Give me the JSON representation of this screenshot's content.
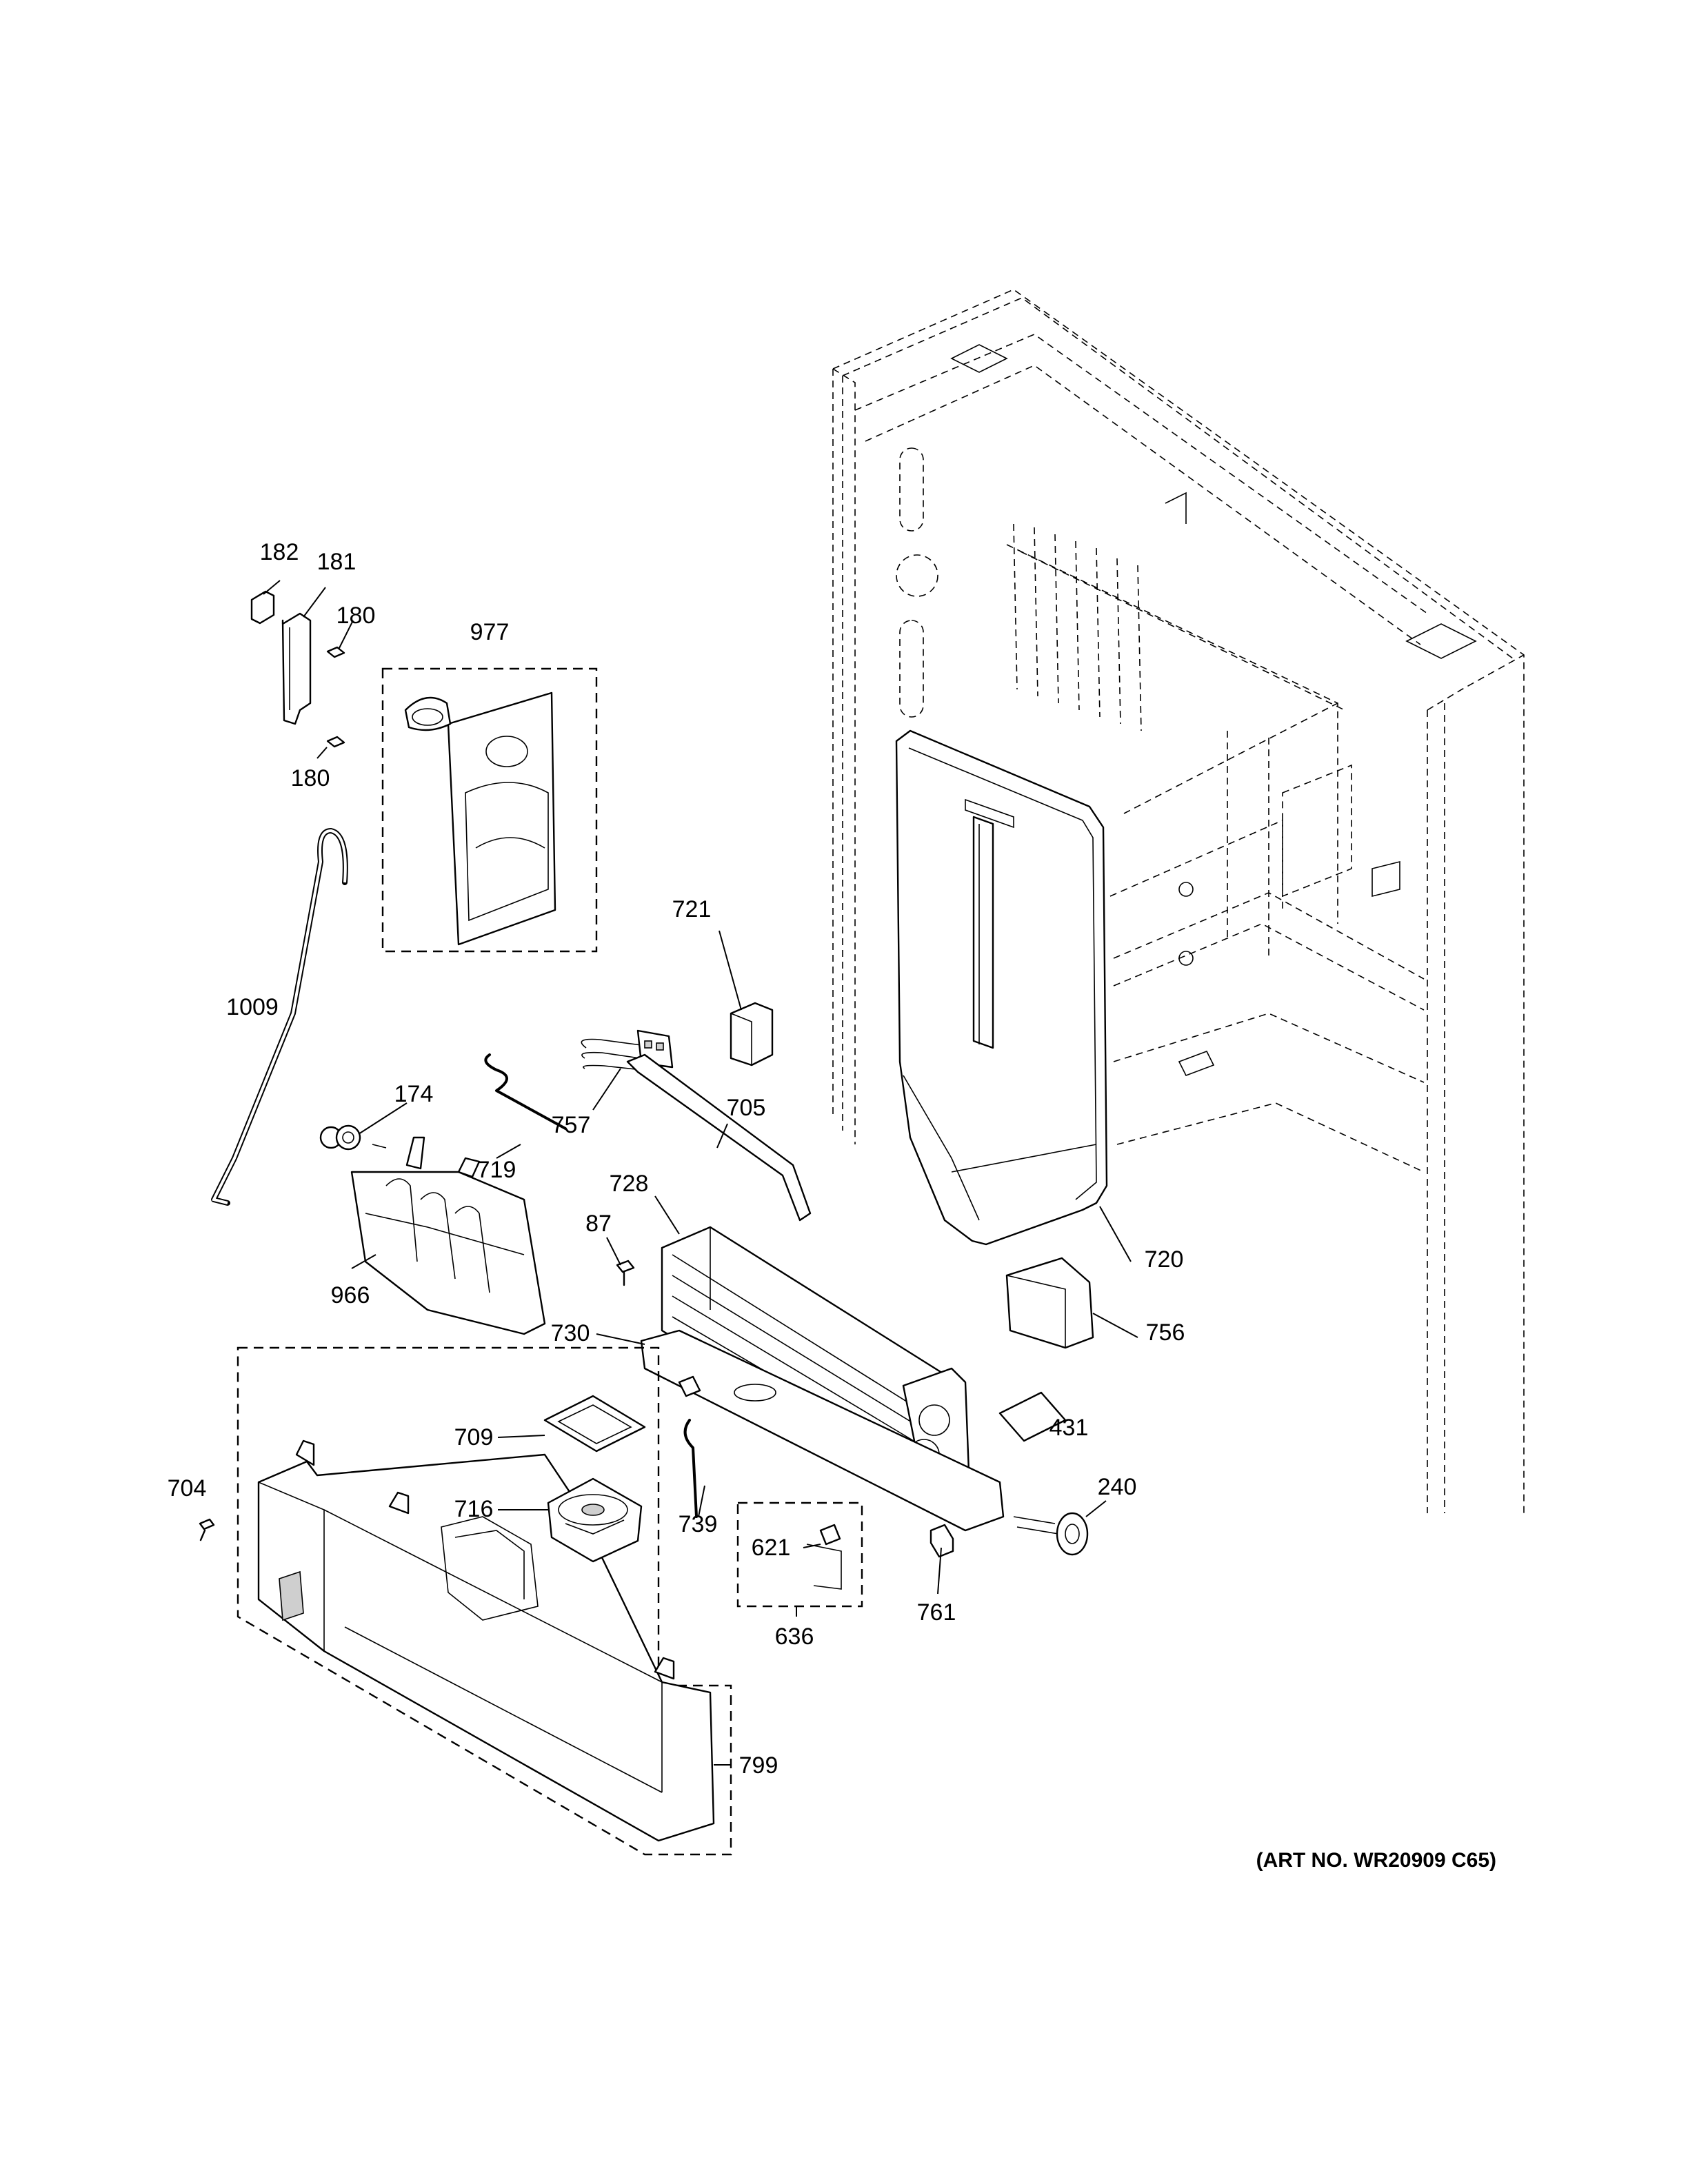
{
  "art_number": "(ART NO. WR20909 C65)",
  "callouts": [
    {
      "id": "182",
      "text": "182"
    },
    {
      "id": "181",
      "text": "181"
    },
    {
      "id": "180a",
      "text": "180"
    },
    {
      "id": "180b",
      "text": "180"
    },
    {
      "id": "977",
      "text": "977"
    },
    {
      "id": "721",
      "text": "721"
    },
    {
      "id": "1009",
      "text": "1009"
    },
    {
      "id": "757",
      "text": "757"
    },
    {
      "id": "705",
      "text": "705"
    },
    {
      "id": "174",
      "text": "174"
    },
    {
      "id": "719",
      "text": "719"
    },
    {
      "id": "728",
      "text": "728"
    },
    {
      "id": "87",
      "text": "87"
    },
    {
      "id": "720",
      "text": "720"
    },
    {
      "id": "966",
      "text": "966"
    },
    {
      "id": "730",
      "text": "730"
    },
    {
      "id": "756",
      "text": "756"
    },
    {
      "id": "709",
      "text": "709"
    },
    {
      "id": "431",
      "text": "431"
    },
    {
      "id": "716",
      "text": "716"
    },
    {
      "id": "240",
      "text": "240"
    },
    {
      "id": "704",
      "text": "704"
    },
    {
      "id": "739",
      "text": "739"
    },
    {
      "id": "621",
      "text": "621"
    },
    {
      "id": "761",
      "text": "761"
    },
    {
      "id": "636",
      "text": "636"
    },
    {
      "id": "799",
      "text": "799"
    }
  ]
}
